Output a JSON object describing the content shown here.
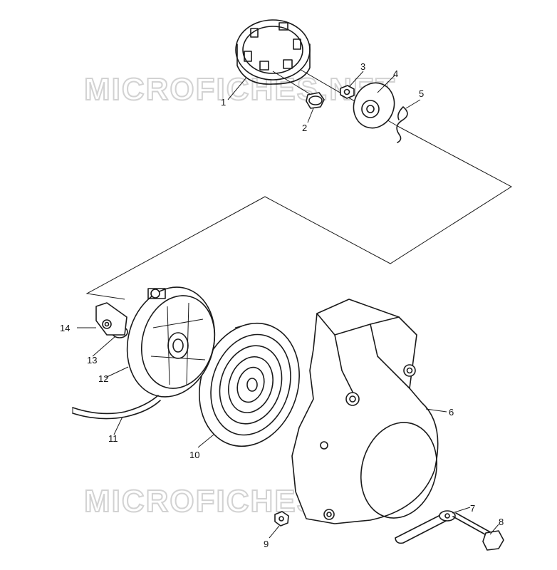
{
  "watermark": {
    "text": "MICROFICHES.NET",
    "color": "#d2d2d2"
  },
  "callouts": [
    {
      "id": "1",
      "label": "1"
    },
    {
      "id": "2",
      "label": "2"
    },
    {
      "id": "3",
      "label": "3"
    },
    {
      "id": "4",
      "label": "4"
    },
    {
      "id": "5",
      "label": "5"
    },
    {
      "id": "6",
      "label": "6"
    },
    {
      "id": "7",
      "label": "7"
    },
    {
      "id": "8",
      "label": "8"
    },
    {
      "id": "9",
      "label": "9"
    },
    {
      "id": "10",
      "label": "10"
    },
    {
      "id": "11",
      "label": "11"
    },
    {
      "id": "12",
      "label": "12"
    },
    {
      "id": "13",
      "label": "13"
    },
    {
      "id": "14",
      "label": "14"
    }
  ],
  "line_color": "#1a1a1a"
}
